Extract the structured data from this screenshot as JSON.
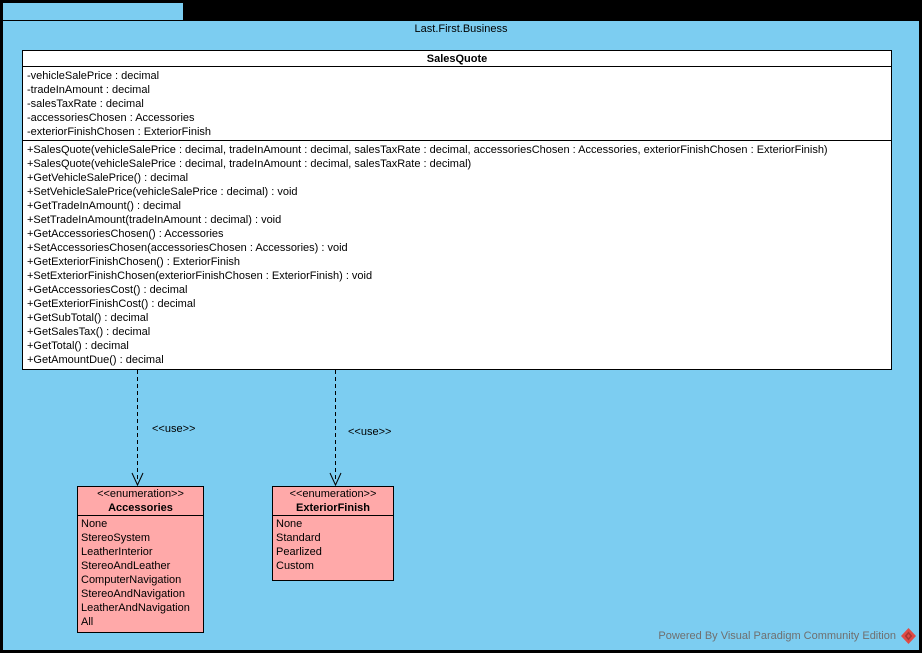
{
  "package": {
    "title": "Last.First.Business"
  },
  "sales_quote_class": {
    "name": "SalesQuote",
    "attributes": [
      "-vehicleSalePrice : decimal",
      "-tradeInAmount : decimal",
      "-salesTaxRate : decimal",
      "-accessoriesChosen : Accessories",
      "-exteriorFinishChosen : ExteriorFinish"
    ],
    "methods": [
      "+SalesQuote(vehicleSalePrice : decimal, tradeInAmount : decimal, salesTaxRate : decimal, accessoriesChosen : Accessories, exteriorFinishChosen : ExteriorFinish)",
      "+SalesQuote(vehicleSalePrice : decimal, tradeInAmount : decimal, salesTaxRate : decimal)",
      "+GetVehicleSalePrice() : decimal",
      "+SetVehicleSalePrice(vehicleSalePrice : decimal) : void",
      "+GetTradeInAmount() : decimal",
      "+SetTradeInAmount(tradeInAmount : decimal) : void",
      "+GetAccessoriesChosen() : Accessories",
      "+SetAccessoriesChosen(accessoriesChosen : Accessories) : void",
      "+GetExteriorFinishChosen() : ExteriorFinish",
      "+SetExteriorFinishChosen(exteriorFinishChosen : ExteriorFinish) : void",
      "+GetAccessoriesCost() : decimal",
      "+GetExteriorFinishCost() : decimal",
      "+GetSubTotal() : decimal",
      "+GetSalesTax() : decimal",
      "+GetTotal() : decimal",
      "+GetAmountDue() : decimal"
    ]
  },
  "dependencies": {
    "use_label_1": "<<use>>",
    "use_label_2": "<<use>>"
  },
  "enum_accessories": {
    "stereotype": "<<enumeration>>",
    "name": "Accessories",
    "values": [
      "None",
      "StereoSystem",
      "LeatherInterior",
      "StereoAndLeather",
      "ComputerNavigation",
      "StereoAndNavigation",
      "LeatherAndNavigation",
      "All"
    ]
  },
  "enum_exterior_finish": {
    "stereotype": "<<enumeration>>",
    "name": "ExteriorFinish",
    "values": [
      "None",
      "Standard",
      "Pearlized",
      "Custom"
    ]
  },
  "footer": {
    "credit": "Powered By Visual Paradigm Community Edition"
  },
  "colors": {
    "canvas_bg": "#000000",
    "package_fill": "#7CCDF1",
    "class_fill": "#FFFFFF",
    "enum_fill": "#FFA9A9",
    "border": "#000000",
    "footer_text": "#6F6F6F",
    "vp_logo": "#E04B45"
  }
}
